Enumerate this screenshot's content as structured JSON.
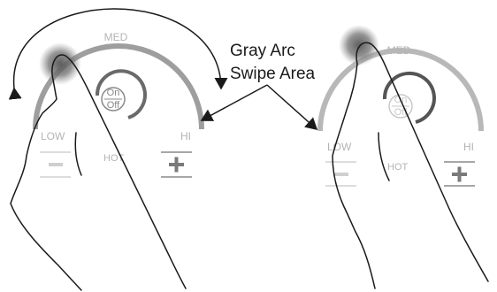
{
  "callout": {
    "line1": "Gray Arc",
    "line2": "Swipe Area"
  },
  "left_panel": {
    "med": "MED",
    "low": "LOW",
    "hi": "HI",
    "hot": "HOT",
    "on": "On",
    "off": "Off",
    "minus_icon": "minus-icon",
    "plus_icon": "plus-icon"
  },
  "right_panel": {
    "med": "MED",
    "low": "LOW",
    "hi": "HI",
    "hot": "HOT",
    "on": "On",
    "off": "Off",
    "minus_icon": "minus-icon",
    "plus_icon": "plus-icon"
  },
  "colors": {
    "gray_arc": "#9a9a9a",
    "touch_blur": "#7a7a7a",
    "hand_outline": "#1a1a1a"
  }
}
